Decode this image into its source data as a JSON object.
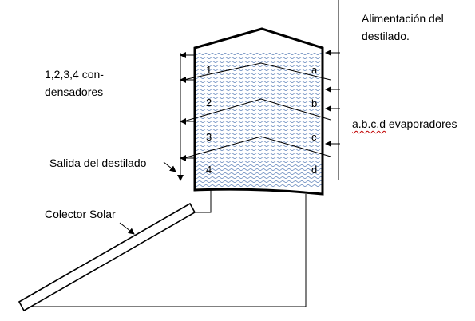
{
  "labels": {
    "feed": [
      "Alimentación del",
      "destilado."
    ],
    "condensers": [
      "1,2,3,4 con-",
      "densadores"
    ],
    "outlet": "Salida del destilado",
    "evaporators_marked": "a.b.c.d",
    "evaporators_rest": " evaporadores",
    "collector": "Colector Solar"
  },
  "stage_numbers": [
    "1",
    "2",
    "3",
    "4"
  ],
  "stage_letters": [
    "a",
    "b",
    "c",
    "d"
  ]
}
